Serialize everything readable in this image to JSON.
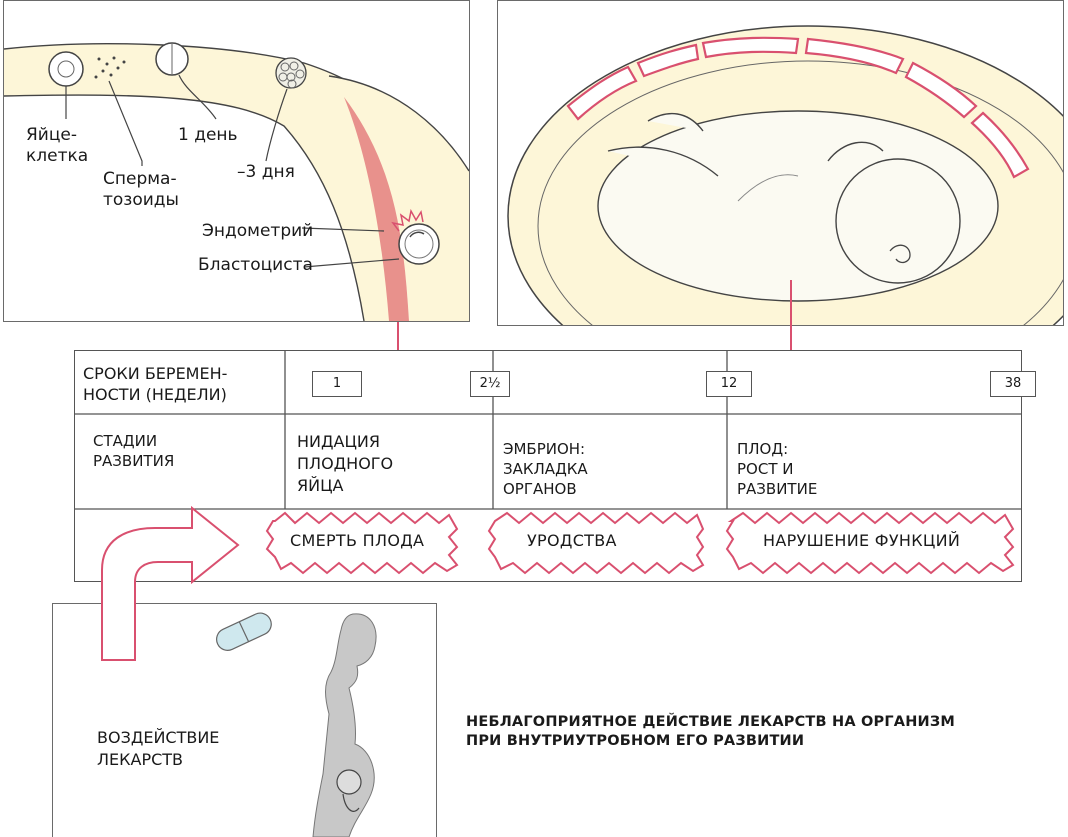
{
  "top_left": {
    "labels": {
      "egg": "Яйце-\nклетка",
      "day1": "1 день",
      "sperm": "Сперма-\nтозоиды",
      "day3": "–3 дня",
      "endometrium": "Эндометрий",
      "blastocyst": "Бластоциста"
    }
  },
  "table": {
    "period_header": "СРОКИ БЕРЕМЕН-\nНОСТИ (НЕДЕЛИ)",
    "weeks": [
      "1",
      "2½",
      "12",
      "38"
    ],
    "stages_header": "СТАДИИ\nРАЗВИТИЯ",
    "stages": [
      "НИДАЦИЯ\nПЛОДНОГО\nЯЙЦА",
      "ЭМБРИОН:\nЗАКЛАДКА\nОРГАНОВ",
      "ПЛОД:\nРОСТ И\nРАЗВИТИЕ"
    ],
    "effects": [
      "СМЕРТЬ ПЛОДА",
      "УРОДСТВА",
      "НАРУШЕНИЕ ФУНКЦИЙ"
    ]
  },
  "drug_panel": {
    "label": "ВОЗДЕЙСТВИЕ\nЛЕКАРСТВ"
  },
  "caption": "НЕБЛАГОПРИЯТНОЕ ДЕЙСТВИЕ ЛЕКАРСТВ НА ОРГАНИЗМ\nПРИ ВНУТРИУТРОБНОМ ЕГО РАЗВИТИИ",
  "colors": {
    "accent": "#d9506f",
    "uterine_tissue": "#e8918c",
    "pale_background": "#fdf6d8",
    "silhouette": "#c8c8c8",
    "tablet": "#cfe8ee"
  }
}
